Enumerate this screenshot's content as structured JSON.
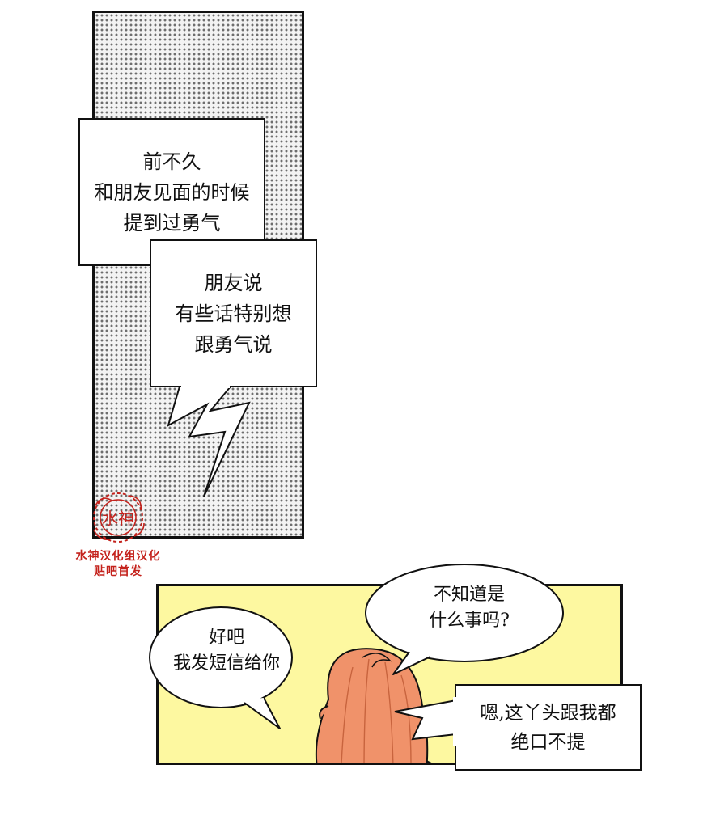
{
  "panel1": {
    "caption1": [
      "前不久",
      "和朋友见面的时候",
      "提到过勇气"
    ],
    "caption2": [
      "朋友说",
      "有些话特别想",
      "跟勇气说"
    ]
  },
  "watermark": {
    "seal_text": "水神",
    "lines": [
      "水神汉化组汉化",
      "贴吧首发"
    ]
  },
  "panel2": {
    "bubble_left": [
      "好吧",
      "我发短信给你"
    ],
    "bubble_right": [
      "不知道是",
      "什么事吗?"
    ],
    "caption": [
      "嗯,这丫头跟我都",
      "绝口不提"
    ]
  },
  "colors": {
    "panel2_bg": "#fdf8a0",
    "hair": "#f0926a",
    "shirt": "#e0201c",
    "watermark": "#c4221c"
  }
}
